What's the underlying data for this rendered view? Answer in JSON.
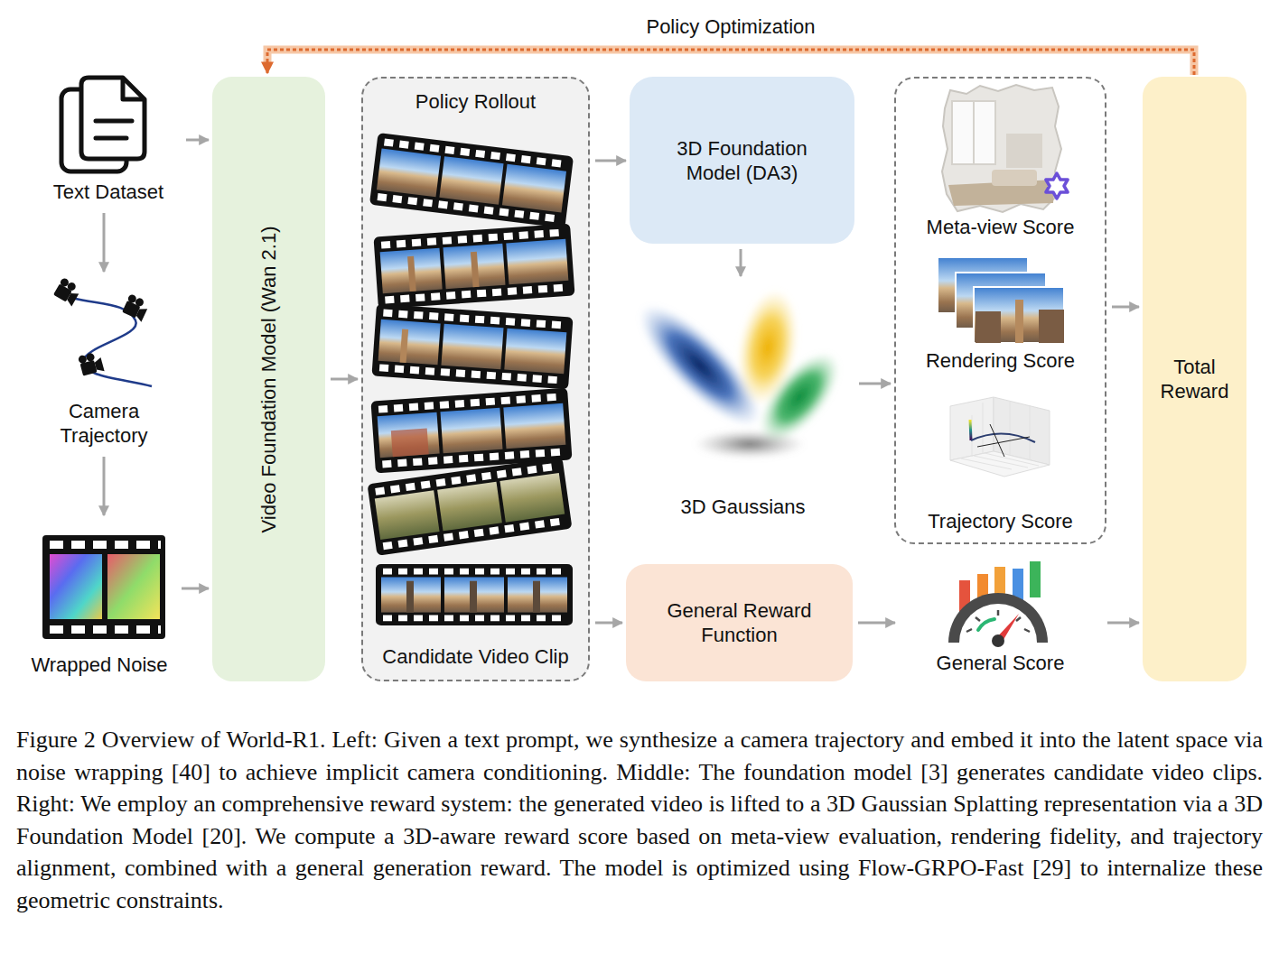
{
  "diagram": {
    "caption": "Figure 2 Overview of World-R1. Left: Given a text prompt, we synthesize a camera trajectory and embed it into the latent space via noise wrapping [40] to achieve implicit camera conditioning. Middle: The foundation model [3] generates candidate video clips. Right: We employ an comprehensive reward system: the generated video is lifted to a 3D Gaussian Splatting representation via a 3D Foundation Model [20]. We compute a 3D-aware reward score based on meta-view evaluation, rendering fidelity, and trajectory alignment, combined with a general generation reward. The model is optimized using Flow-GRPO-Fast [29] to internalize these geometric constraints.",
    "nodes": [
      {
        "text": [
          "Text Dataset"
        ]
      },
      {
        "text": [
          "Camera Trajectory"
        ]
      },
      {
        "text": [
          "Wrapped Noise"
        ]
      },
      {
        "text": [
          "Video Foundation Model (Wan 2.1)"
        ]
      },
      {
        "text": [
          "Policy Rollout",
          "Candidate Video Clip"
        ]
      },
      {
        "text": [
          "3D Foundation Model (DA3)"
        ]
      },
      {
        "text": [
          "3D Gaussians"
        ]
      },
      {
        "text": [
          "General Reward Function"
        ]
      },
      {
        "text": []
      },
      {
        "text": [
          "Meta-view Score"
        ],
        "in": 8
      },
      {
        "text": [
          "Rendering Score"
        ],
        "in": 8
      },
      {
        "text": [
          "Trajectory Score"
        ],
        "in": 8
      },
      {
        "text": [
          "General Score"
        ]
      },
      {
        "text": [
          "Total Reward"
        ]
      }
    ],
    "edges": [
      {
        "from": 0,
        "to": 3,
        "arrow": "to"
      },
      {
        "from": 0,
        "to": 1,
        "arrow": "to"
      },
      {
        "from": 1,
        "to": 2,
        "arrow": "to"
      },
      {
        "from": 2,
        "to": 3,
        "arrow": "to"
      },
      {
        "from": 3,
        "to": 4,
        "arrow": "to"
      },
      {
        "from": 4,
        "to": 5,
        "arrow": "to"
      },
      {
        "from": 5,
        "to": 6,
        "arrow": "to"
      },
      {
        "from": 6,
        "to": 8,
        "arrow": "to"
      },
      {
        "from": 4,
        "to": 7,
        "arrow": "to"
      },
      {
        "from": 7,
        "to": 12,
        "arrow": "to"
      },
      {
        "from": 8,
        "to": 13,
        "arrow": "to"
      },
      {
        "from": 12,
        "to": 13,
        "arrow": "to"
      },
      {
        "from": 13,
        "to": 3,
        "arrow": "to",
        "label": "Policy Optimization"
      }
    ]
  }
}
